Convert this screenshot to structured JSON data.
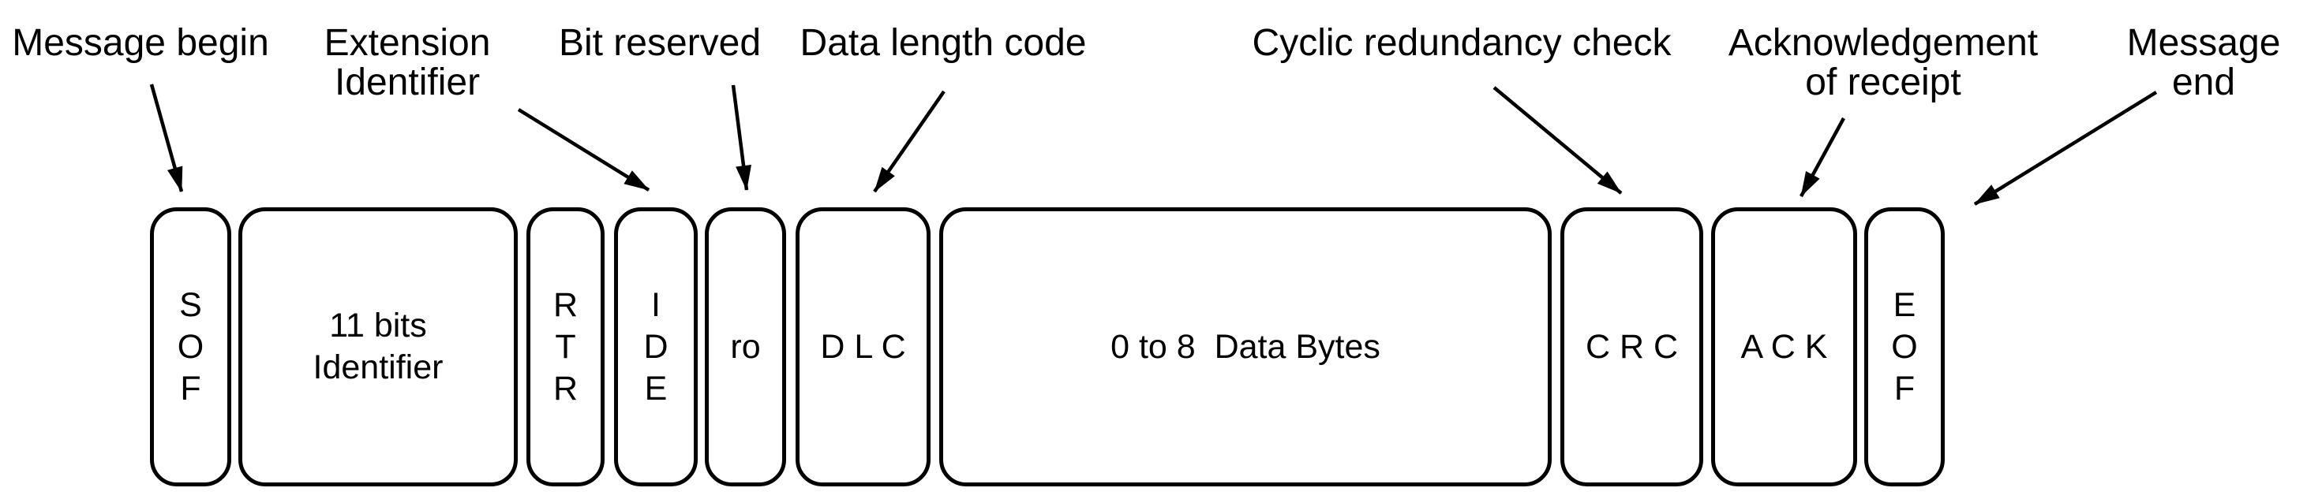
{
  "diagram": {
    "type": "CAN bus data frame structure",
    "background_color": "#ffffff",
    "line_color": "#000000",
    "fields": [
      {
        "id": "sof",
        "label": "S\nO\nF"
      },
      {
        "id": "identifier",
        "label": "11 bits\nIdentifier"
      },
      {
        "id": "rtr",
        "label": "R\nT\nR"
      },
      {
        "id": "ide",
        "label": "I\nD\nE"
      },
      {
        "id": "ro",
        "label": "ro"
      },
      {
        "id": "dlc",
        "label": "D L C"
      },
      {
        "id": "data",
        "label": "0 to 8  Data Bytes"
      },
      {
        "id": "crc",
        "label": "C R C"
      },
      {
        "id": "ack",
        "label": "A C K"
      },
      {
        "id": "eof",
        "label": "E\nO\nF"
      }
    ],
    "annotations": [
      {
        "text": "Message begin",
        "target": "sof"
      },
      {
        "text": "Extension\nIdentifier",
        "target": "ide"
      },
      {
        "text": "Bit reserved",
        "target": "ro"
      },
      {
        "text": "Data length code",
        "target": "dlc"
      },
      {
        "text": "Cyclic redundancy check",
        "target": "crc"
      },
      {
        "text": "Acknowledgement\nof receipt",
        "target": "ack"
      },
      {
        "text": "Message end",
        "target": "eof"
      }
    ]
  }
}
